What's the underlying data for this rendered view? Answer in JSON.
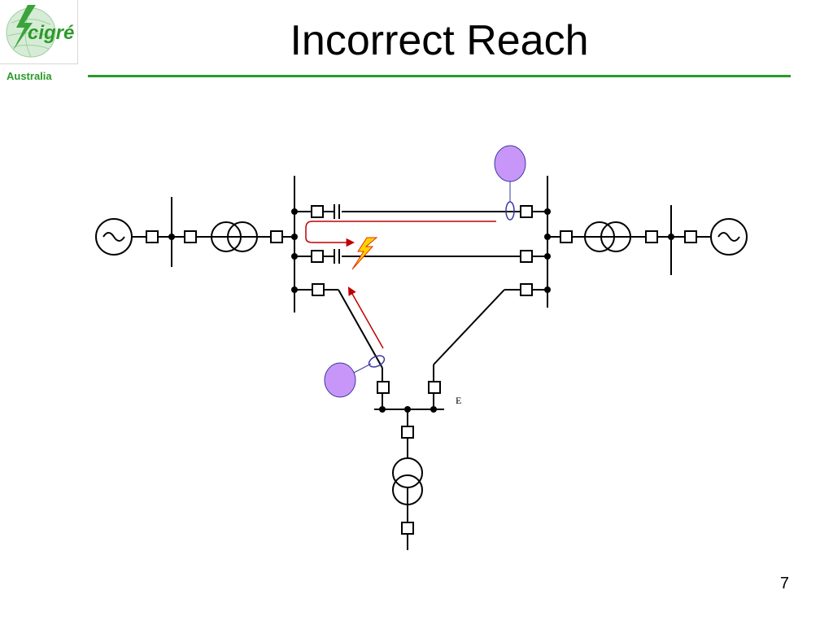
{
  "header": {
    "logo_text": "cigré",
    "logo_subtitle": "Australia",
    "title": "Incorrect Reach"
  },
  "diagram": {
    "bus_label": "E",
    "colors": {
      "line": "#000000",
      "fault_path": "#c00000",
      "relay_fill": "#c896f8",
      "relay_stroke": "#3a3aa0",
      "bolt_fill": "#ffd400",
      "bolt_stroke": "#e03000",
      "brand_green": "#2b9a2b"
    }
  },
  "footer": {
    "page_number": "7"
  }
}
